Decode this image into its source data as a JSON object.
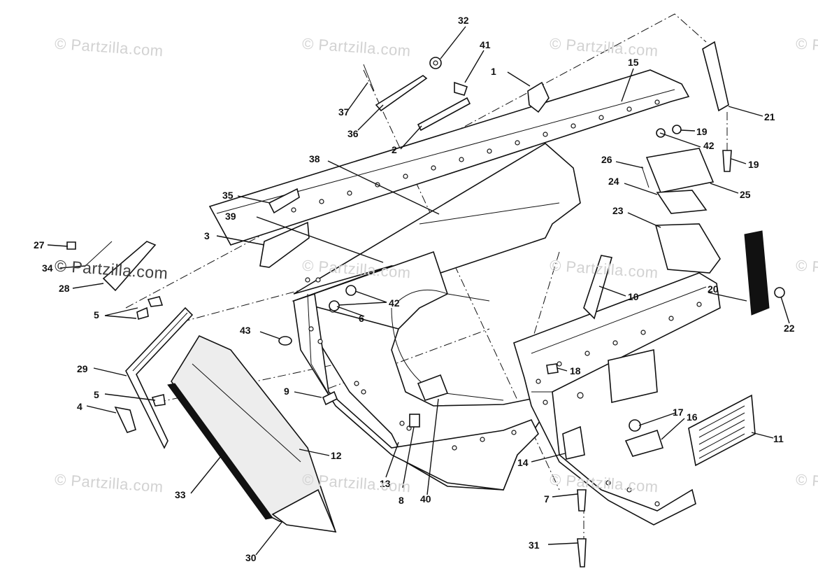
{
  "watermark": {
    "text": "© Partzilla.com"
  },
  "callouts": [
    "1",
    "2",
    "3",
    "4",
    "5",
    "5",
    "6",
    "7",
    "8",
    "9",
    "10",
    "11",
    "12",
    "13",
    "14",
    "15",
    "16",
    "17",
    "18",
    "19",
    "19",
    "20",
    "21",
    "22",
    "23",
    "24",
    "25",
    "26",
    "27",
    "28",
    "29",
    "30",
    "31",
    "32",
    "33",
    "34",
    "35",
    "36",
    "37",
    "38",
    "39",
    "40",
    "41",
    "42",
    "42",
    "43"
  ]
}
